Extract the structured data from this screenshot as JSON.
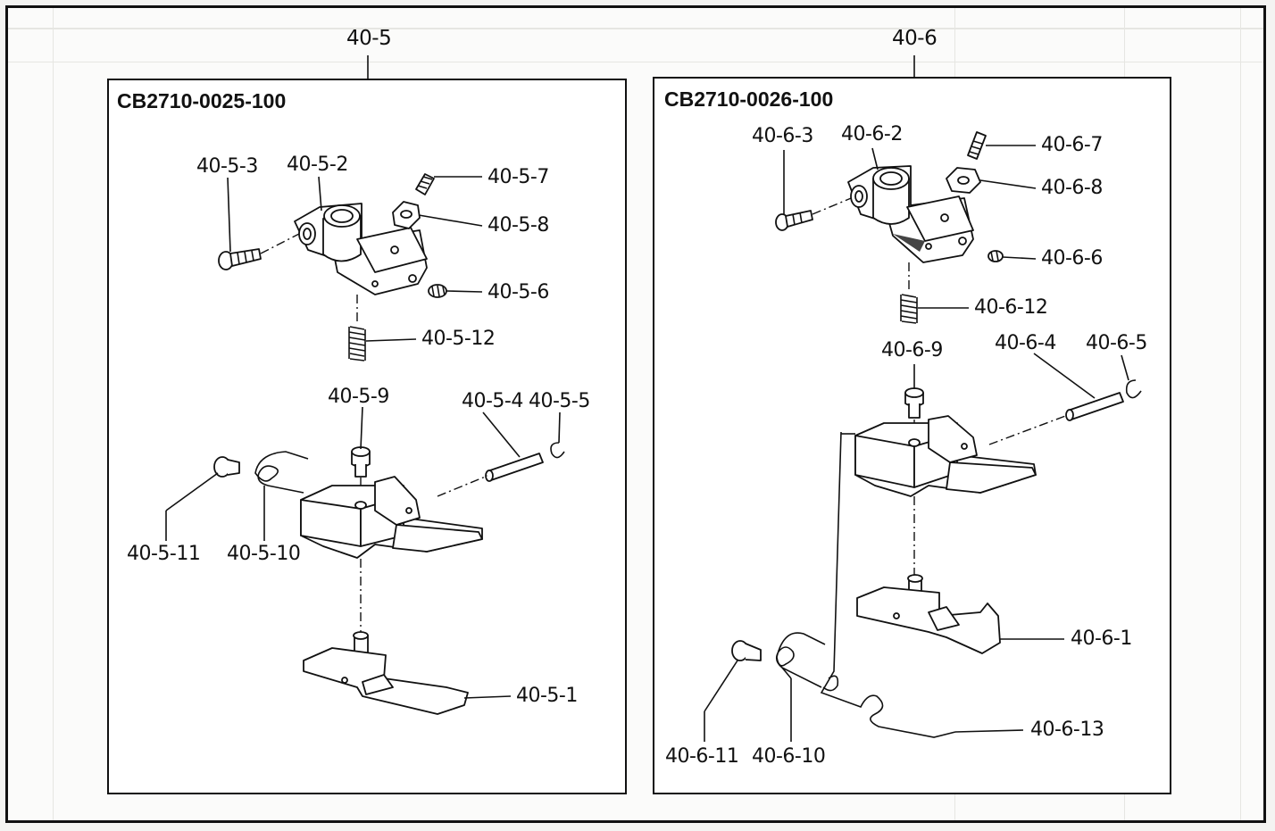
{
  "groups": [
    {
      "label": "40-5",
      "part_number": "CB2710-0025-100",
      "callouts": {
        "c1": "40-5-1",
        "c2": "40-5-2",
        "c3": "40-5-3",
        "c4": "40-5-4",
        "c5": "40-5-5",
        "c6": "40-5-6",
        "c7": "40-5-7",
        "c8": "40-5-8",
        "c9": "40-5-9",
        "c10": "40-5-10",
        "c11": "40-5-11",
        "c12": "40-5-12"
      }
    },
    {
      "label": "40-6",
      "part_number": "CB2710-0026-100",
      "callouts": {
        "c1": "40-6-1",
        "c2": "40-6-2",
        "c3": "40-6-3",
        "c4": "40-6-4",
        "c5": "40-6-5",
        "c6": "40-6-6",
        "c7": "40-6-7",
        "c8": "40-6-8",
        "c9": "40-6-9",
        "c10": "40-6-10",
        "c11": "40-6-11",
        "c12": "40-6-12",
        "c13": "40-6-13"
      }
    }
  ]
}
